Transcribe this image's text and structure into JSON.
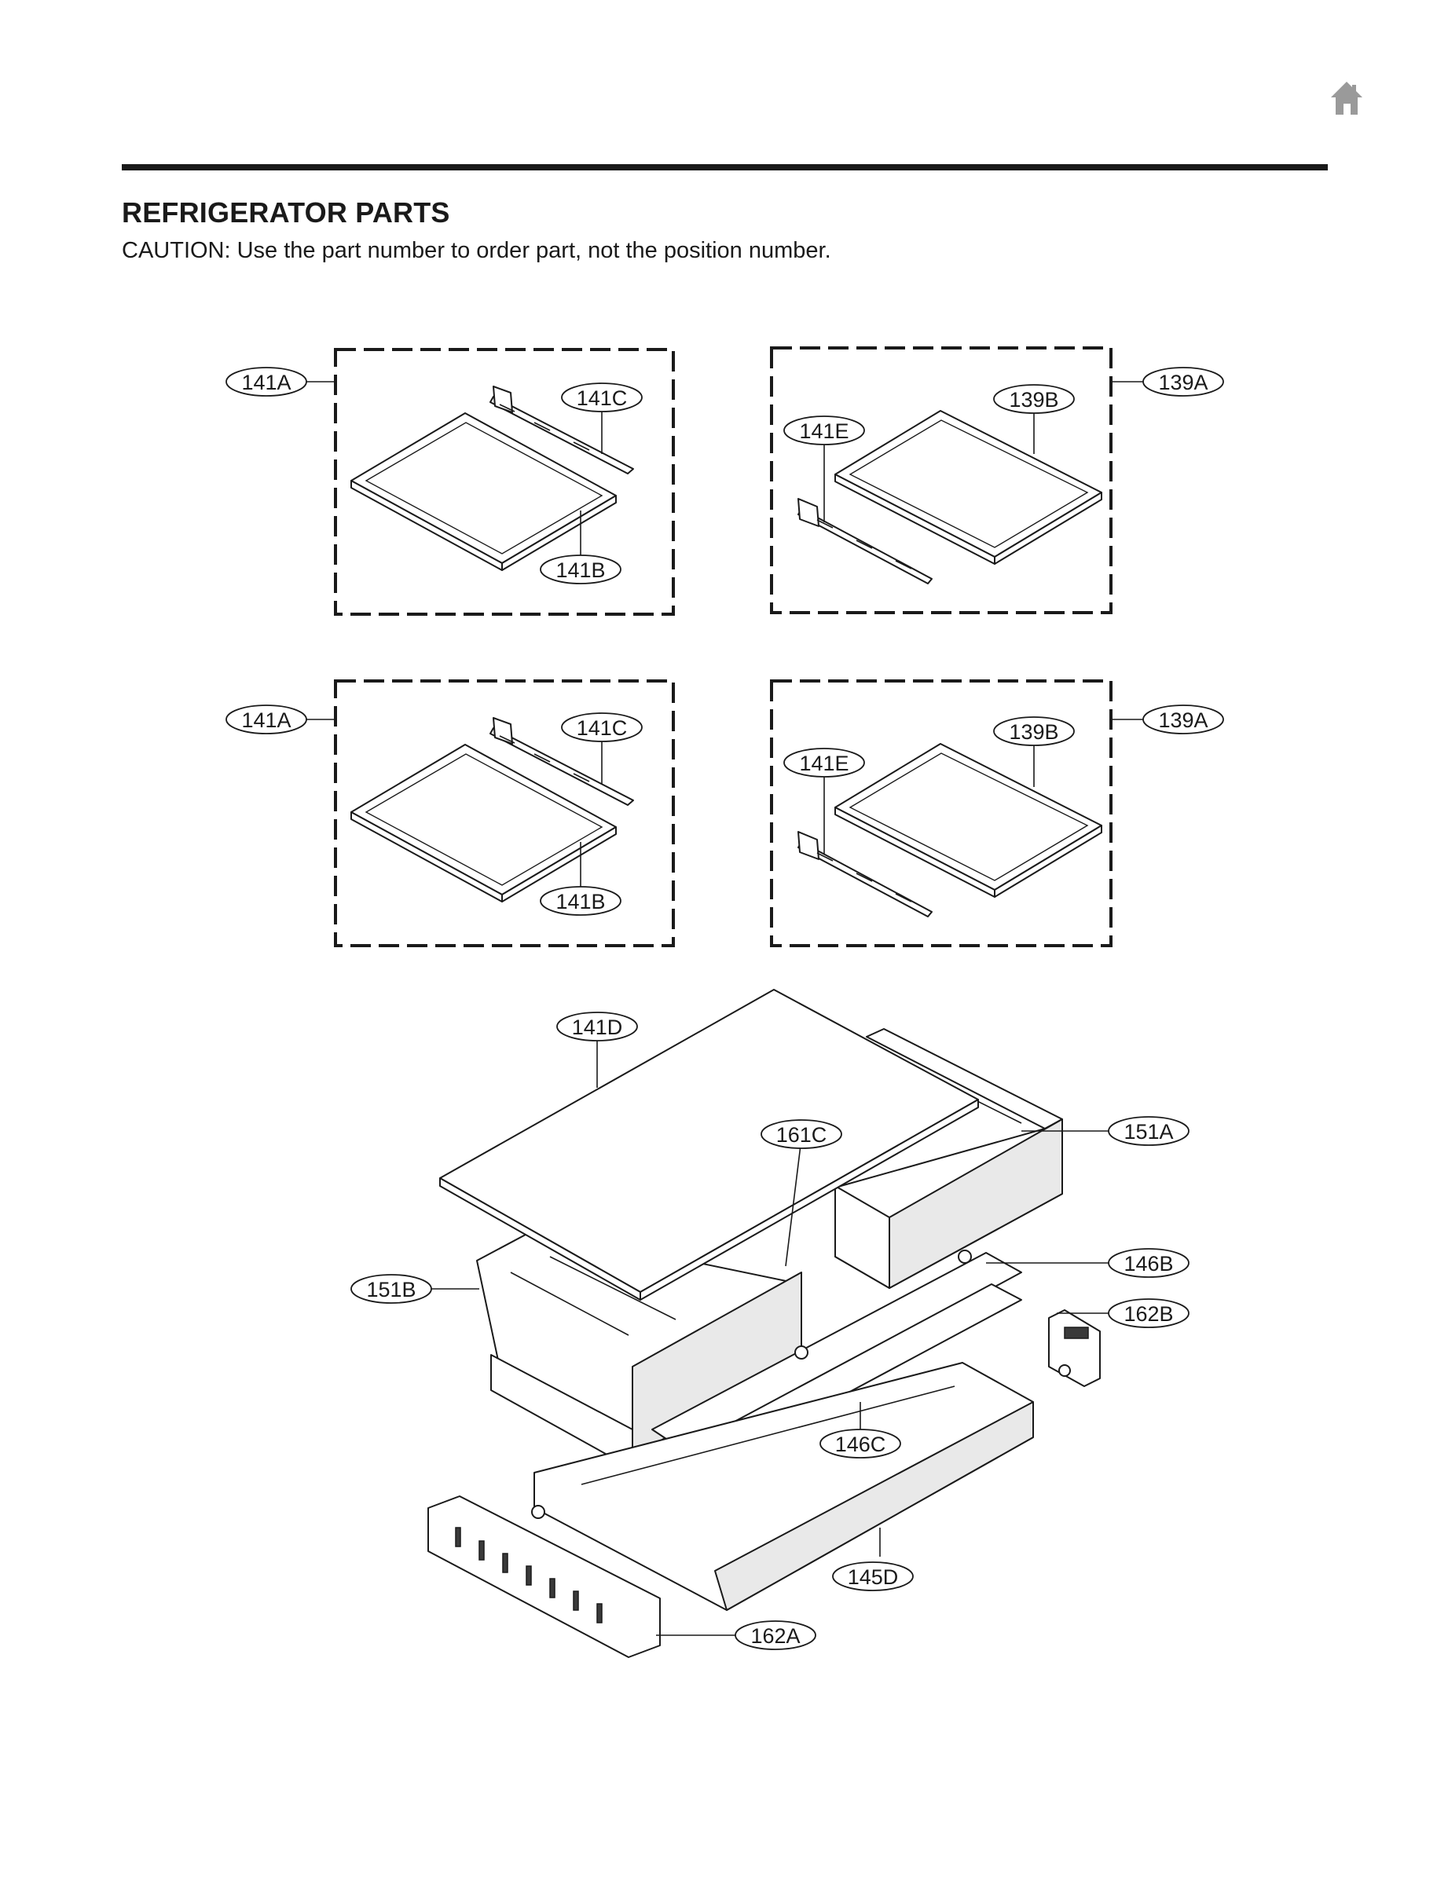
{
  "header": {
    "title": "REFRIGERATOR PARTS",
    "caution": "CAUTION: Use the part number to order part, not the position number.",
    "home_icon": "home-icon"
  },
  "diagram": {
    "callouts": {
      "c_141A_1": "141A",
      "c_141C_1": "141C",
      "c_141B_1": "141B",
      "c_139A_1": "139A",
      "c_139B_1": "139B",
      "c_141E_1": "141E",
      "c_141A_2": "141A",
      "c_141C_2": "141C",
      "c_141B_2": "141B",
      "c_139A_2": "139A",
      "c_139B_2": "139B",
      "c_141E_2": "141E",
      "c_141D": "141D",
      "c_161C": "161C",
      "c_151A": "151A",
      "c_151B": "151B",
      "c_146B": "146B",
      "c_162B": "162B",
      "c_146C": "146C",
      "c_145D": "145D",
      "c_162A": "162A"
    }
  }
}
